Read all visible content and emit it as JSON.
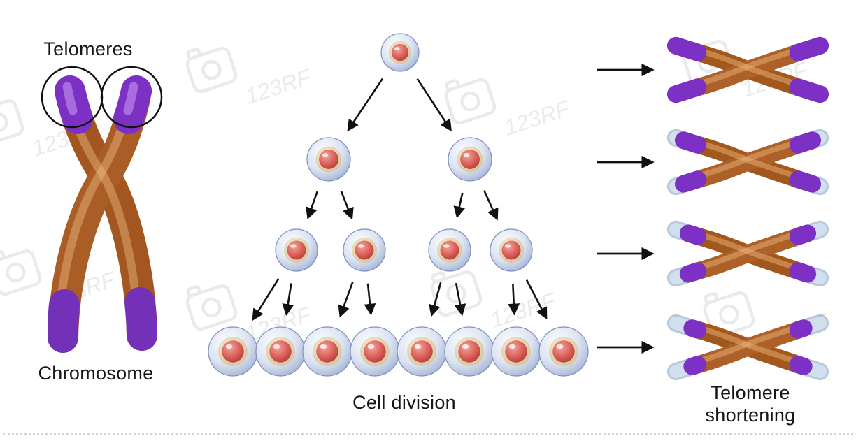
{
  "diagram": {
    "left": {
      "top_label": "Telomeres",
      "bottom_label": "Chromosome"
    },
    "center": {
      "label": "Cell division",
      "rows": [
        1,
        2,
        4,
        8
      ]
    },
    "right": {
      "label_line1": "Telomere",
      "label_line2": "shortening",
      "stages": [
        {
          "name": "stage-1",
          "telomere_fraction": 1.0
        },
        {
          "name": "stage-2",
          "telomere_fraction": 0.6
        },
        {
          "name": "stage-3",
          "telomere_fraction": 0.35
        },
        {
          "name": "stage-4",
          "telomere_fraction": 0.15
        }
      ]
    }
  },
  "colors": {
    "background": "#ffffff",
    "text": "#161616",
    "chromosome_body": "#a65a22",
    "chromosome_highlight": "#ecba82",
    "telomere_purple": "#7c31c4",
    "telomere_ghost": "#bcd3e8",
    "cell_membrane": "#8fa0c8",
    "cell_body": "#dde4f2",
    "nucleus_ring": "#f0e6c8",
    "nucleus": "#d95b55",
    "arrow": "#111111",
    "watermark": "#c9c9c9"
  },
  "watermark": {
    "text": "123RF"
  }
}
